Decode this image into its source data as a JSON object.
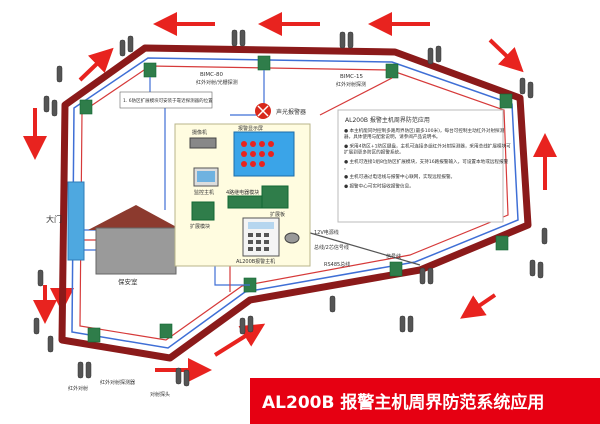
{
  "banner": {
    "title": "AL200B  报警主机周界防范系统应用",
    "bg_color": "#e60012",
    "text_color": "#ffffff"
  },
  "info_box": {
    "title": "AL200B  报警主机周界防范应用",
    "items": [
      "● 本主机能同时控制多路周界防区(最多100米)，每台可控制主动红外对射探测器，具体使用与配套说明，请参阅产品说明书。",
      "● 采用4防区+1防区键盘，主机可连接多组红外对射探测器，采用总线扩展模块可扩展到更多防区的报警系统。",
      "● 主机可连接1组8位防区扩展模块，支持16路报警输入，可设置本地或远程报警。",
      "● 主机可通过电话线与报警中心联网，实现远程报警。",
      "● 报警中心可实时接收报警信息。"
    ]
  },
  "labels": {
    "top_left_device": "BIMC-80",
    "top_left_device_sub": "红外对射/光栅探测",
    "top_right_device": "BIMC-15",
    "top_right_device_sub": "红外对射探测",
    "note_box": "1. 6防区扩展模块可安装于靠近探测器的位置",
    "gate": "大门",
    "guard_room": "保安室",
    "alarm_lamp": "声光报警器",
    "camera": "摄像机",
    "monitor": "监控主机",
    "screen": "报警显示屏",
    "expander_left": "扩展模块",
    "expander_mid": "4路继电器模块",
    "expander_right": "扩展板",
    "keypad": "AL200B报警主机",
    "wire_power": "12V电源线",
    "wire_bus": "总线/2芯信号线",
    "wire_signal": "RS485总线",
    "cable_label": "信号线",
    "detector_bottom": "红外对射",
    "detector_bottom2": "红外对射探测器",
    "detector_bottom3": "对射探头"
  }
}
